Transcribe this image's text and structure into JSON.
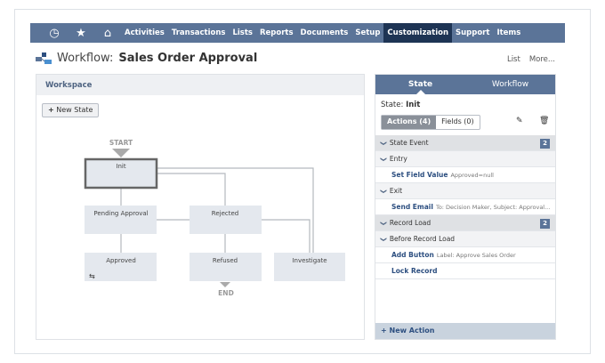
{
  "nav": {
    "icons": [
      "recent-icon",
      "star-icon",
      "home-icon"
    ],
    "items": [
      "Activities",
      "Transactions",
      "Lists",
      "Reports",
      "Documents",
      "Setup",
      "Customization",
      "Support",
      "Items"
    ],
    "active": "Customization"
  },
  "header": {
    "prefix": "Workflow:",
    "title": "Sales Order Approval",
    "links": [
      "List",
      "More..."
    ]
  },
  "workspace": {
    "title": "Workspace",
    "new_state": "New State",
    "start": "START",
    "end": "END",
    "states": [
      "Init",
      "Pending Approval",
      "Rejected",
      "Approved",
      "Refused",
      "Investigate"
    ]
  },
  "panel": {
    "tabs": [
      "State",
      "Workflow"
    ],
    "state_label": "State:",
    "state_name": "Init",
    "actions_tab": "Actions (4)",
    "fields_tab": "Fields (0)",
    "rows": [
      {
        "type": "group",
        "label": "State Event",
        "badge": "2"
      },
      {
        "type": "sub",
        "label": "Entry"
      },
      {
        "type": "action",
        "name": "Set Field Value",
        "detail": "Approved=null"
      },
      {
        "type": "sub",
        "label": "Exit"
      },
      {
        "type": "action",
        "name": "Send Email",
        "detail": "To: Decision Maker, Subject: Approval..."
      },
      {
        "type": "group",
        "label": "Record Load",
        "badge": "2"
      },
      {
        "type": "sub",
        "label": "Before Record Load"
      },
      {
        "type": "action",
        "name": "Add Button",
        "detail": "Label: Approve Sales Order"
      },
      {
        "type": "action",
        "name": "Lock Record",
        "detail": ""
      }
    ],
    "new_action": "New Action"
  },
  "colors": {
    "nav": "#5b7498",
    "nav_active": "#1e3454",
    "link": "#2d4f80"
  }
}
